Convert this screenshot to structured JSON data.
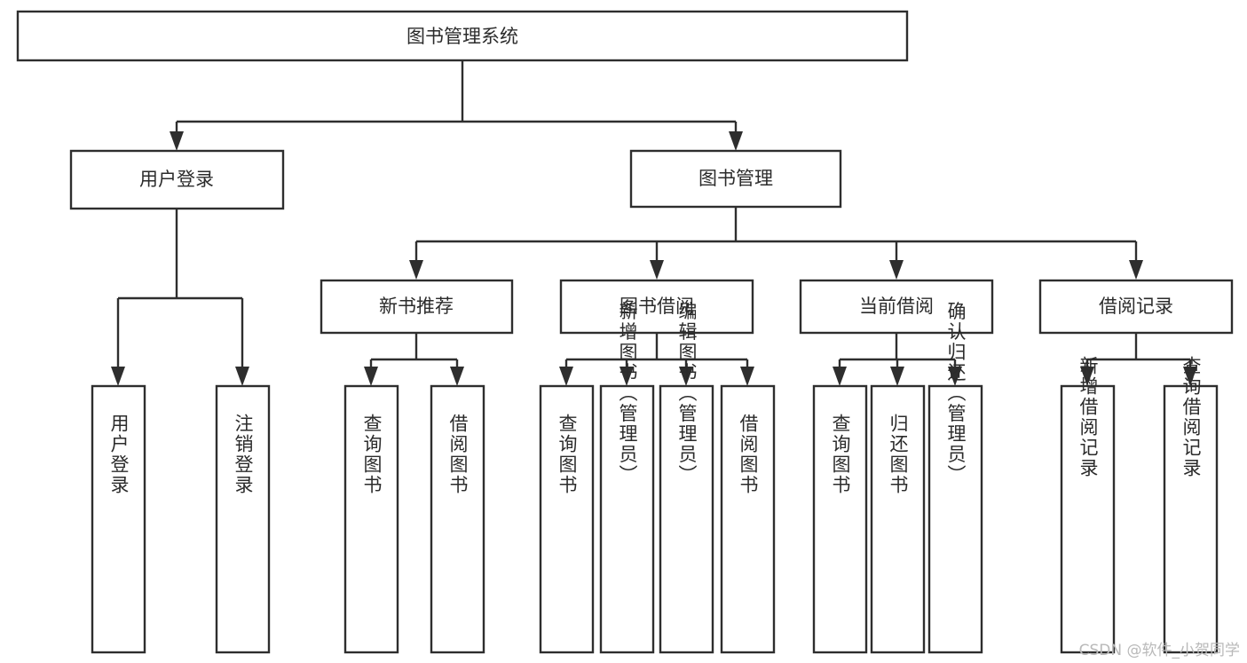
{
  "diagram": {
    "type": "tree-hierarchy-chart",
    "title": "图书管理系统",
    "watermark": "CSDN @软件_小贺同学",
    "colors": {
      "stroke": "#2e2e2e",
      "box_fill": "#ffffff",
      "text": "#2b2b2b",
      "background": "#ffffff",
      "watermark": "#b9b9b9"
    },
    "nodes": {
      "root": {
        "label": "图书管理系统"
      },
      "level2": [
        {
          "label": "用户登录"
        },
        {
          "label": "图书管理"
        }
      ],
      "level3": [
        {
          "label": "新书推荐"
        },
        {
          "label": "图书借阅"
        },
        {
          "label": "当前借阅"
        },
        {
          "label": "借阅记录"
        }
      ],
      "leaves": {
        "user_login": [
          {
            "label": "用户登录"
          },
          {
            "label": "注销登录"
          }
        ],
        "new_book_recommend": [
          {
            "label": "查询图书"
          },
          {
            "label": "借阅图书"
          }
        ],
        "book_borrow": [
          {
            "label": "查询图书"
          },
          {
            "label": "新增图书（管理员）"
          },
          {
            "label": "编辑图书（管理员）"
          },
          {
            "label": "借阅图书"
          }
        ],
        "current_borrow": [
          {
            "label": "查询图书"
          },
          {
            "label": "归还图书"
          },
          {
            "label": "确认归还（管理员）"
          }
        ],
        "borrow_record": [
          {
            "label": "新增借阅记录"
          },
          {
            "label": "查询借阅记录"
          }
        ]
      }
    }
  }
}
